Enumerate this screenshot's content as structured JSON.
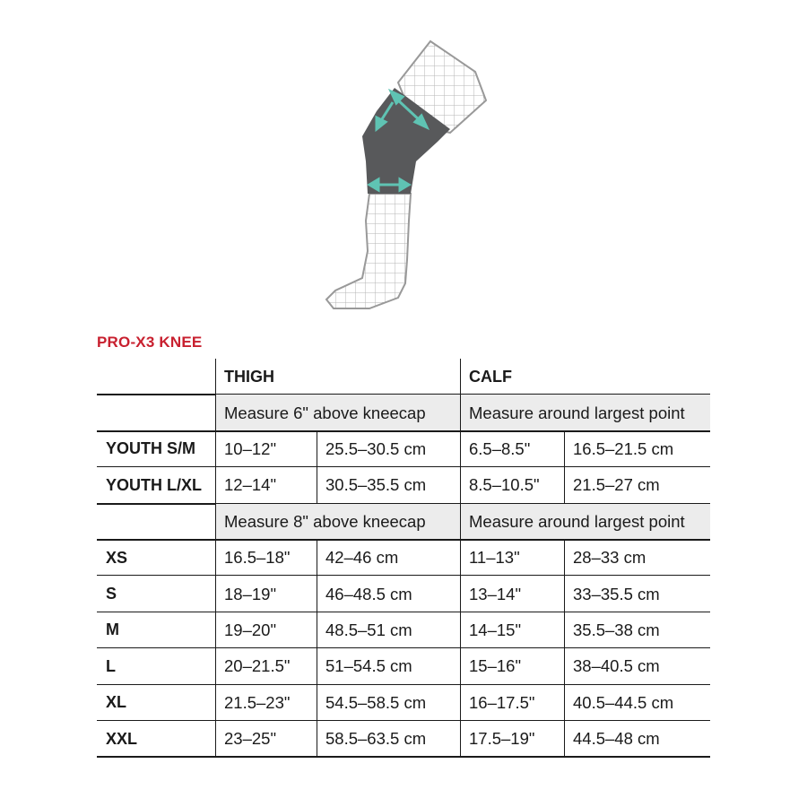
{
  "product_title": "PRO-X3 KNEE",
  "columns": {
    "thigh": "THIGH",
    "calf": "CALF"
  },
  "youth_section": {
    "thigh_note": "Measure 6\" above kneecap",
    "calf_note": "Measure around largest point",
    "rows": [
      {
        "size": "YOUTH S/M",
        "thigh_in": "10–12\"",
        "thigh_cm": "25.5–30.5 cm",
        "calf_in": "6.5–8.5\"",
        "calf_cm": "16.5–21.5 cm"
      },
      {
        "size": "YOUTH L/XL",
        "thigh_in": "12–14\"",
        "thigh_cm": "30.5–35.5 cm",
        "calf_in": "8.5–10.5\"",
        "calf_cm": "21.5–27 cm"
      }
    ]
  },
  "adult_section": {
    "thigh_note": "Measure 8\" above kneecap",
    "calf_note": "Measure around largest point",
    "rows": [
      {
        "size": "XS",
        "thigh_in": "16.5–18\"",
        "thigh_cm": "42–46 cm",
        "calf_in": "11–13\"",
        "calf_cm": "28–33 cm"
      },
      {
        "size": "S",
        "thigh_in": "18–19\"",
        "thigh_cm": "46–48.5 cm",
        "calf_in": "13–14\"",
        "calf_cm": "33–35.5 cm"
      },
      {
        "size": "M",
        "thigh_in": "19–20\"",
        "thigh_cm": "48.5–51 cm",
        "calf_in": "14–15\"",
        "calf_cm": "35.5–38 cm"
      },
      {
        "size": "L",
        "thigh_in": "20–21.5\"",
        "thigh_cm": "51–54.5 cm",
        "calf_in": "15–16\"",
        "calf_cm": "38–40.5 cm"
      },
      {
        "size": "XL",
        "thigh_in": "21.5–23\"",
        "thigh_cm": "54.5–58.5 cm",
        "calf_in": "16–17.5\"",
        "calf_cm": "40.5–44.5 cm"
      },
      {
        "size": "XXL",
        "thigh_in": "23–25\"",
        "thigh_cm": "58.5–63.5 cm",
        "calf_in": "17.5–19\"",
        "calf_cm": "44.5–48 cm"
      }
    ]
  },
  "colors": {
    "title_red": "#c8202f",
    "sleeve": "#58595b",
    "arrow_teal": "#5fc3b3",
    "note_bg": "#ececec"
  }
}
